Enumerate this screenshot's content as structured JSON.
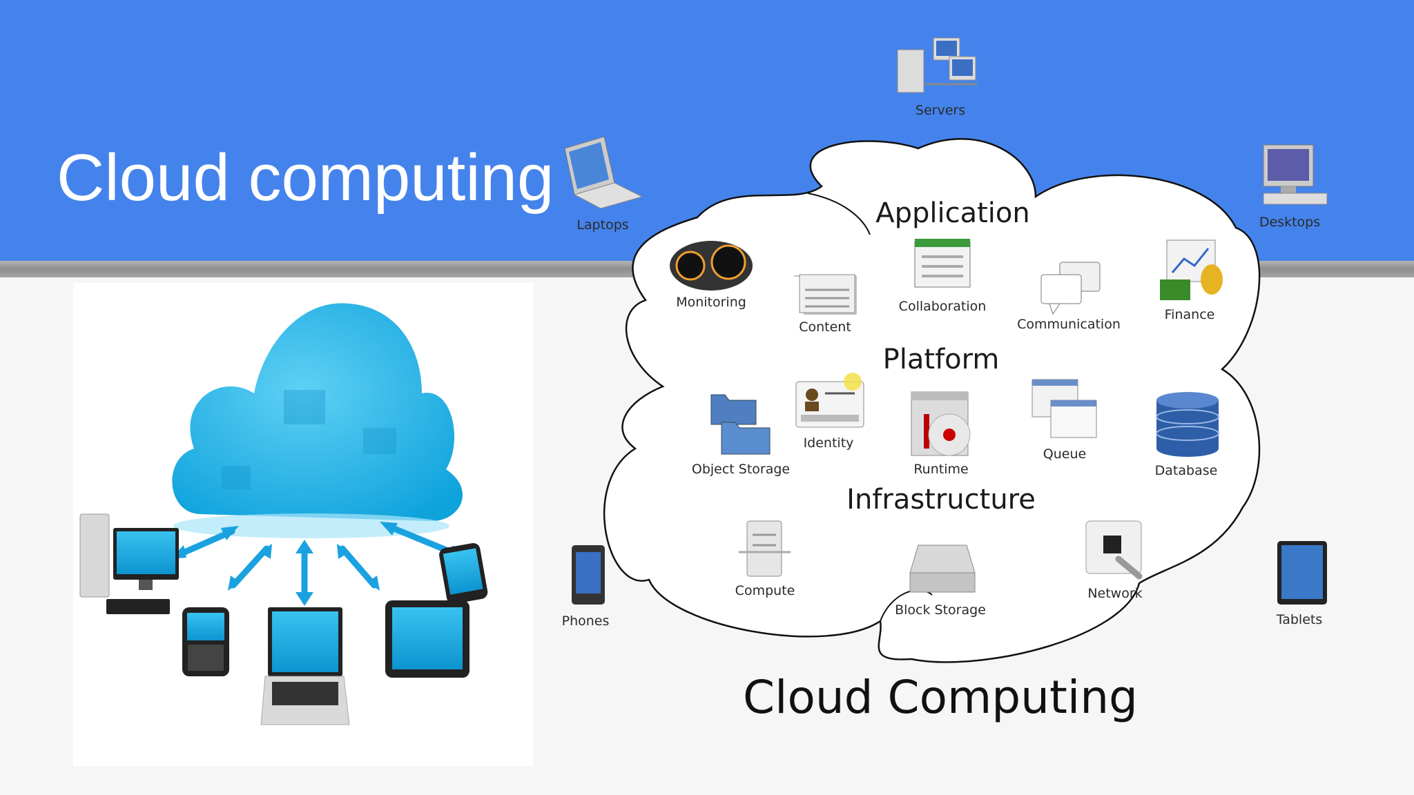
{
  "slide": {
    "title": "Cloud computing"
  },
  "colors": {
    "header_blue": "#4583ec",
    "cloud_blue": "#1ab4ea"
  },
  "diagram": {
    "caption": "Cloud Computing",
    "sections": {
      "application": "Application",
      "platform": "Platform",
      "infrastructure": "Infrastructure"
    },
    "services": {
      "monitoring": "Monitoring",
      "content": "Content",
      "collaboration": "Collaboration",
      "communication": "Communication",
      "finance": "Finance",
      "object_storage": "Object Storage",
      "identity": "Identity",
      "runtime": "Runtime",
      "queue": "Queue",
      "database": "Database",
      "compute": "Compute",
      "block_storage": "Block Storage",
      "network": "Network"
    },
    "devices": {
      "servers": "Servers",
      "laptops": "Laptops",
      "desktops": "Desktops",
      "phones": "Phones",
      "tablets": "Tablets"
    }
  }
}
